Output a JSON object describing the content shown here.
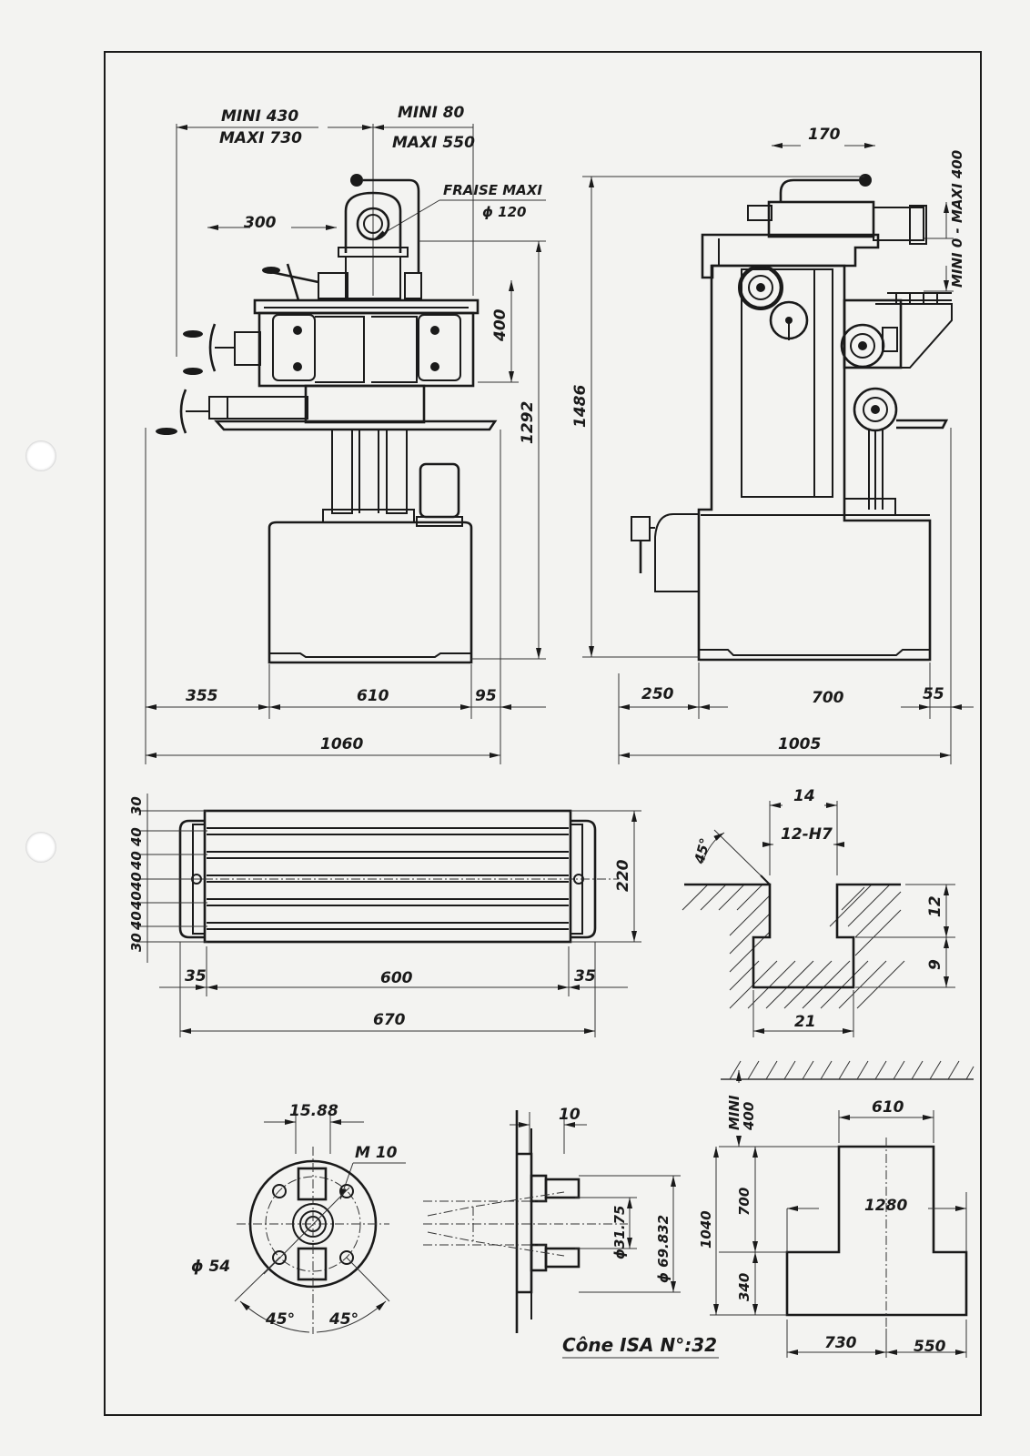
{
  "front_view": {
    "travel_long": {
      "min": "MINI 430",
      "max": "MAXI 730"
    },
    "travel_cross": {
      "min": "MINI 80",
      "max": "MAXI 550"
    },
    "cutter_label": "FRAISE MAXI",
    "cutter_dia": "ϕ 120",
    "offset_300": "300",
    "height_400": "400",
    "height_1292": "1292",
    "base_355": "355",
    "base_610": "610",
    "base_95": "95",
    "total_1060": "1060"
  },
  "side_view": {
    "dim_170": "170",
    "vertical_travel": "MINI 0 - MAXI 400",
    "height_1486": "1486",
    "base_250": "250",
    "base_700": "700",
    "base_55": "55",
    "total_1005": "1005"
  },
  "table_plan": {
    "slot_pitches": [
      "30",
      "40",
      "40",
      "40",
      "40",
      "40",
      "30"
    ],
    "width_220": "220",
    "end_35_left": "35",
    "length_600": "600",
    "end_35_right": "35",
    "total_670": "670"
  },
  "t_slot": {
    "width_14": "14",
    "tolerance": "12-H7",
    "angle": "45°",
    "depth_12": "12",
    "depth_9": "9",
    "bottom_21": "21"
  },
  "spindle_nose": {
    "drive_key": "15.88",
    "thread": "M 10",
    "bolt_circle": "ϕ 54",
    "angle_left": "45°",
    "angle_right": "45°",
    "flange_10": "10",
    "bore_3175": "ϕ31.75",
    "pilot_69832": "ϕ 69.832",
    "cone": "Cône ISA N°:32"
  },
  "floor_plan": {
    "mini_label": "MINI",
    "mini_400": "400",
    "width_610": "610",
    "height_1040": "1040",
    "height_700": "700",
    "height_340": "340",
    "length_1280": "1280",
    "bottom_730": "730",
    "bottom_550": "550"
  }
}
